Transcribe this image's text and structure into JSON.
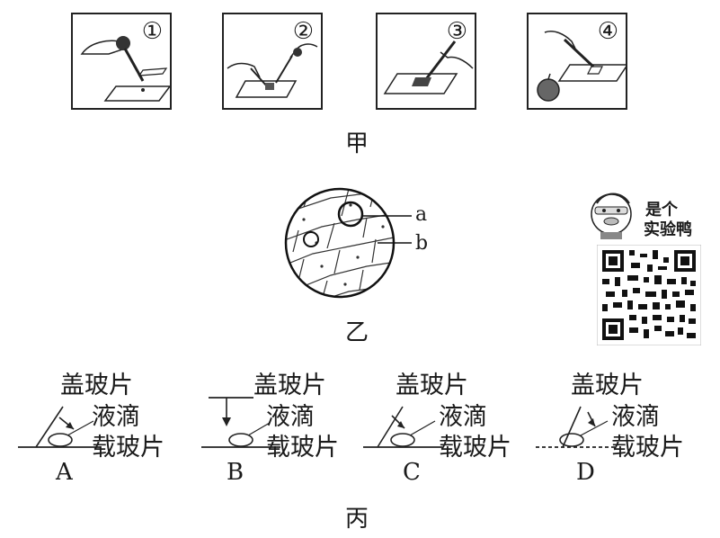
{
  "fig_jia": {
    "steps": [
      "①",
      "②",
      "③",
      "④"
    ],
    "caption": "甲"
  },
  "fig_yi": {
    "label_a": "a",
    "label_b": "b",
    "caption": "乙"
  },
  "fig_bing": {
    "options": [
      {
        "letter": "A",
        "cover": "盖玻片",
        "drop": "液滴",
        "slide": "载玻片"
      },
      {
        "letter": "B",
        "cover": "盖玻片",
        "drop": "液滴",
        "slide": "载玻片"
      },
      {
        "letter": "C",
        "cover": "盖玻片",
        "drop": "液滴",
        "slide": "载玻片"
      },
      {
        "letter": "D",
        "cover": "盖玻片",
        "drop": "液滴",
        "slide": "载玻片"
      }
    ],
    "caption": "丙"
  },
  "promo": {
    "line1": "是个",
    "line2": "实验鸭"
  }
}
